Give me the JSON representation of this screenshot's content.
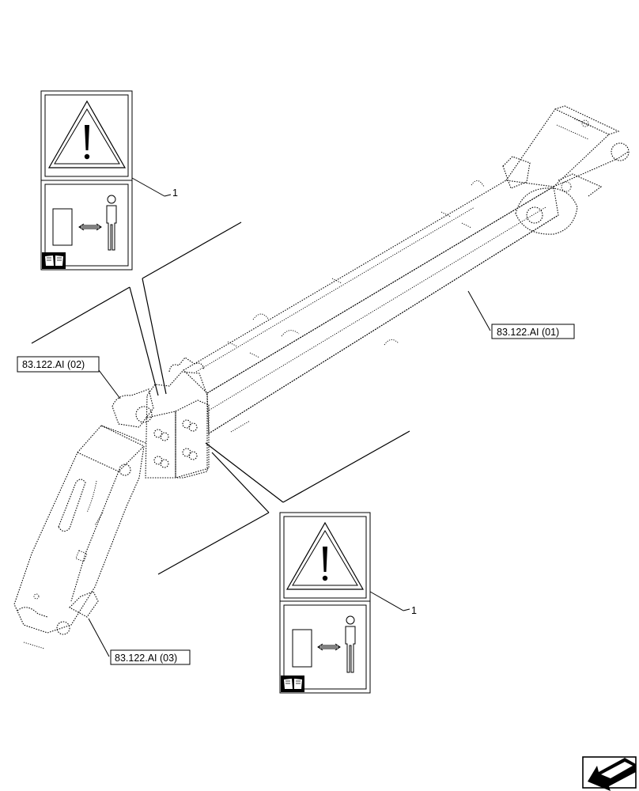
{
  "references": [
    {
      "id": "ref-01",
      "text": "83.122.AI (01)"
    },
    {
      "id": "ref-02",
      "text": "83.122.AI (02)"
    },
    {
      "id": "ref-03",
      "text": "83.122.AI (03)"
    }
  ],
  "decals": [
    {
      "id": "decal-top",
      "item_number": "1"
    },
    {
      "id": "decal-bottom",
      "item_number": "1"
    }
  ],
  "icons": {
    "warning": "warning-triangle-icon",
    "person": "person-icon",
    "distance": "double-arrow-icon",
    "manual": "manual-book-icon",
    "navigation": "navigation-arrow-icon"
  }
}
